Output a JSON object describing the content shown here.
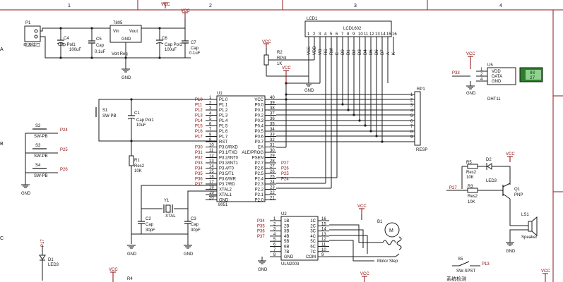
{
  "frame": {
    "columns": [
      "1",
      "2",
      "3",
      "4"
    ],
    "rows": [
      "A",
      "B",
      "C"
    ]
  },
  "power": {
    "vcc": "VCC",
    "gnd": "GND"
  },
  "p1": {
    "ref": "P1",
    "label": "电源接口"
  },
  "c4": {
    "ref": "C4",
    "type": "Cap Pol1",
    "value": "100uF"
  },
  "c5": {
    "ref": "C5",
    "type": "Cap",
    "value": "0.1uF"
  },
  "reg": {
    "ref": "7805",
    "vin": "Vin",
    "vout": "Vout",
    "gnd": "GND",
    "label": "Volt Reg"
  },
  "c6": {
    "ref": "C6",
    "type": "Cap Pol1",
    "value": "100uF"
  },
  "c7": {
    "ref": "C7",
    "type": "Cap",
    "value": "0.1uF"
  },
  "lcd": {
    "ref": "LCD1",
    "name": "LCD1602",
    "pins": [
      "1",
      "2",
      "3",
      "4",
      "5",
      "6",
      "7",
      "8",
      "9",
      "10",
      "11",
      "12",
      "13",
      "14",
      "15",
      "16"
    ],
    "signals": [
      "VSS",
      "VDD",
      "VO",
      "RS",
      "RW",
      "E",
      "D0",
      "D1",
      "D2",
      "D3",
      "D4",
      "D5",
      "D6",
      "D7",
      "A",
      "K"
    ]
  },
  "r2": {
    "ref": "R2",
    "type": "RPot",
    "value": "1K"
  },
  "u1": {
    "ref": "U1",
    "name": "8051",
    "left_pins": [
      {
        "pin": "1",
        "name": "P1.0",
        "net": "P10"
      },
      {
        "pin": "2",
        "name": "P1.1",
        "net": "P11"
      },
      {
        "pin": "3",
        "name": "P1.2",
        "net": "P12"
      },
      {
        "pin": "4",
        "name": "P1.3",
        "net": "P13"
      },
      {
        "pin": "5",
        "name": "P1.4",
        "net": "P14"
      },
      {
        "pin": "6",
        "name": "P1.5",
        "net": "P15"
      },
      {
        "pin": "7",
        "name": "P1.6",
        "net": "P16"
      },
      {
        "pin": "8",
        "name": "P1.7",
        "net": "P17"
      },
      {
        "pin": "9",
        "name": "RST",
        "net": ""
      },
      {
        "pin": "10",
        "name": "P3.0/RXD",
        "net": "P30"
      },
      {
        "pin": "11",
        "name": "P3.1/TXD",
        "net": "P31"
      },
      {
        "pin": "12",
        "name": "P3.2/INT0",
        "net": "P32"
      },
      {
        "pin": "13",
        "name": "P3.3/INT1",
        "net": "P33"
      },
      {
        "pin": "14",
        "name": "P3.4/T0",
        "net": "P34"
      },
      {
        "pin": "15",
        "name": "P3.5/T1",
        "net": "P35"
      },
      {
        "pin": "16",
        "name": "P3.6/WR",
        "net": "P36"
      },
      {
        "pin": "17",
        "name": "P3.7/RD",
        "net": "P37"
      },
      {
        "pin": "18",
        "name": "XTAL2",
        "net": ""
      },
      {
        "pin": "19",
        "name": "XTAL1",
        "net": ""
      },
      {
        "pin": "20",
        "name": "GND",
        "net": ""
      }
    ],
    "right_pins": [
      {
        "pin": "40",
        "name": "VCC",
        "net": ""
      },
      {
        "pin": "39",
        "name": "P0.0",
        "net": ""
      },
      {
        "pin": "38",
        "name": "P0.1",
        "net": ""
      },
      {
        "pin": "37",
        "name": "P0.2",
        "net": ""
      },
      {
        "pin": "36",
        "name": "P0.3",
        "net": ""
      },
      {
        "pin": "35",
        "name": "P0.4",
        "net": ""
      },
      {
        "pin": "34",
        "name": "P0.5",
        "net": ""
      },
      {
        "pin": "33",
        "name": "P0.6",
        "net": ""
      },
      {
        "pin": "32",
        "name": "P0.7",
        "net": ""
      },
      {
        "pin": "31",
        "name": "EA",
        "net": ""
      },
      {
        "pin": "30",
        "name": "ALE/PROG",
        "net": ""
      },
      {
        "pin": "29",
        "name": "PSEN",
        "net": ""
      },
      {
        "pin": "28",
        "name": "P2.7",
        "net": "P27"
      },
      {
        "pin": "27",
        "name": "P2.6",
        "net": "P26"
      },
      {
        "pin": "26",
        "name": "P2.5",
        "net": "P25"
      },
      {
        "pin": "25",
        "name": "P2.4",
        "net": "P24"
      },
      {
        "pin": "24",
        "name": "P2.3",
        "net": ""
      },
      {
        "pin": "23",
        "name": "P2.2",
        "net": ""
      },
      {
        "pin": "22",
        "name": "P2.1",
        "net": ""
      },
      {
        "pin": "21",
        "name": "P2.0",
        "net": ""
      }
    ]
  },
  "s1": {
    "ref": "S1",
    "type": "SW-PB"
  },
  "c1": {
    "ref": "C1",
    "type": "Cap Pol1",
    "value": "10uF"
  },
  "r1": {
    "ref": "R1",
    "type": "Res2",
    "value": "10K"
  },
  "s2": {
    "ref": "S2",
    "type": "SW-PB",
    "net": "P24"
  },
  "s3": {
    "ref": "S3",
    "type": "SW-PB",
    "net": "P25"
  },
  "s4": {
    "ref": "S4",
    "type": "SW-PB",
    "net": "P26"
  },
  "y1": {
    "ref": "Y1",
    "type": "XTAL"
  },
  "c2": {
    "ref": "C2",
    "type": "Cap",
    "value": "30pF"
  },
  "c3": {
    "ref": "C3",
    "type": "Cap",
    "value": "30pF"
  },
  "u2": {
    "ref": "U2",
    "name": "ULN2003",
    "left_pins": [
      {
        "pin": "1",
        "name": "1B",
        "net": "P34"
      },
      {
        "pin": "2",
        "name": "2B",
        "net": "P35"
      },
      {
        "pin": "3",
        "name": "3B",
        "net": "P36"
      },
      {
        "pin": "4",
        "name": "4B",
        "net": "P37"
      },
      {
        "pin": "5",
        "name": "5B",
        "net": ""
      },
      {
        "pin": "6",
        "name": "6B",
        "net": ""
      },
      {
        "pin": "7",
        "name": "7B",
        "net": ""
      },
      {
        "pin": "8",
        "name": "GND",
        "net": ""
      }
    ],
    "right_pins": [
      {
        "pin": "16",
        "name": "1C"
      },
      {
        "pin": "15",
        "name": "2C"
      },
      {
        "pin": "14",
        "name": "3C"
      },
      {
        "pin": "13",
        "name": "4C"
      },
      {
        "pin": "12",
        "name": "5C"
      },
      {
        "pin": "11",
        "name": "6C"
      },
      {
        "pin": "10",
        "name": "7C"
      },
      {
        "pin": "9",
        "name": "COM"
      }
    ]
  },
  "b1": {
    "ref": "B1",
    "symbol": "M",
    "label": "Motor Step"
  },
  "rp1": {
    "ref": "RP1",
    "type": "RESP",
    "pins": [
      "1",
      "2",
      "3",
      "4",
      "5",
      "6",
      "7",
      "8",
      "9"
    ]
  },
  "u5": {
    "ref": "U5",
    "name": "DHT11",
    "pins": [
      {
        "pin": "1",
        "name": "VDD"
      },
      {
        "pin": "2",
        "name": "DATA"
      },
      {
        "pin": "4",
        "name": "GND"
      }
    ],
    "net": "P33",
    "display_top": "88",
    "display_bottom": "27"
  },
  "d2": {
    "ref": "D2",
    "type": "LED3"
  },
  "r5": {
    "ref": "R5",
    "type": "Res2",
    "value": "10K"
  },
  "r3": {
    "ref": "R3",
    "type": "Res2",
    "value": "10K",
    "net": "P27"
  },
  "q1": {
    "ref": "Q1",
    "type": "PNP"
  },
  "ls1": {
    "ref": "LS1",
    "type": "Speaker"
  },
  "d1": {
    "ref": "D1",
    "type": "LED3",
    "net": "P17"
  },
  "r4": {
    "ref": "R4"
  },
  "s5": {
    "ref": "S5",
    "type": "SW-SPST",
    "net": "P13"
  },
  "bottom_text": "系统检测"
}
